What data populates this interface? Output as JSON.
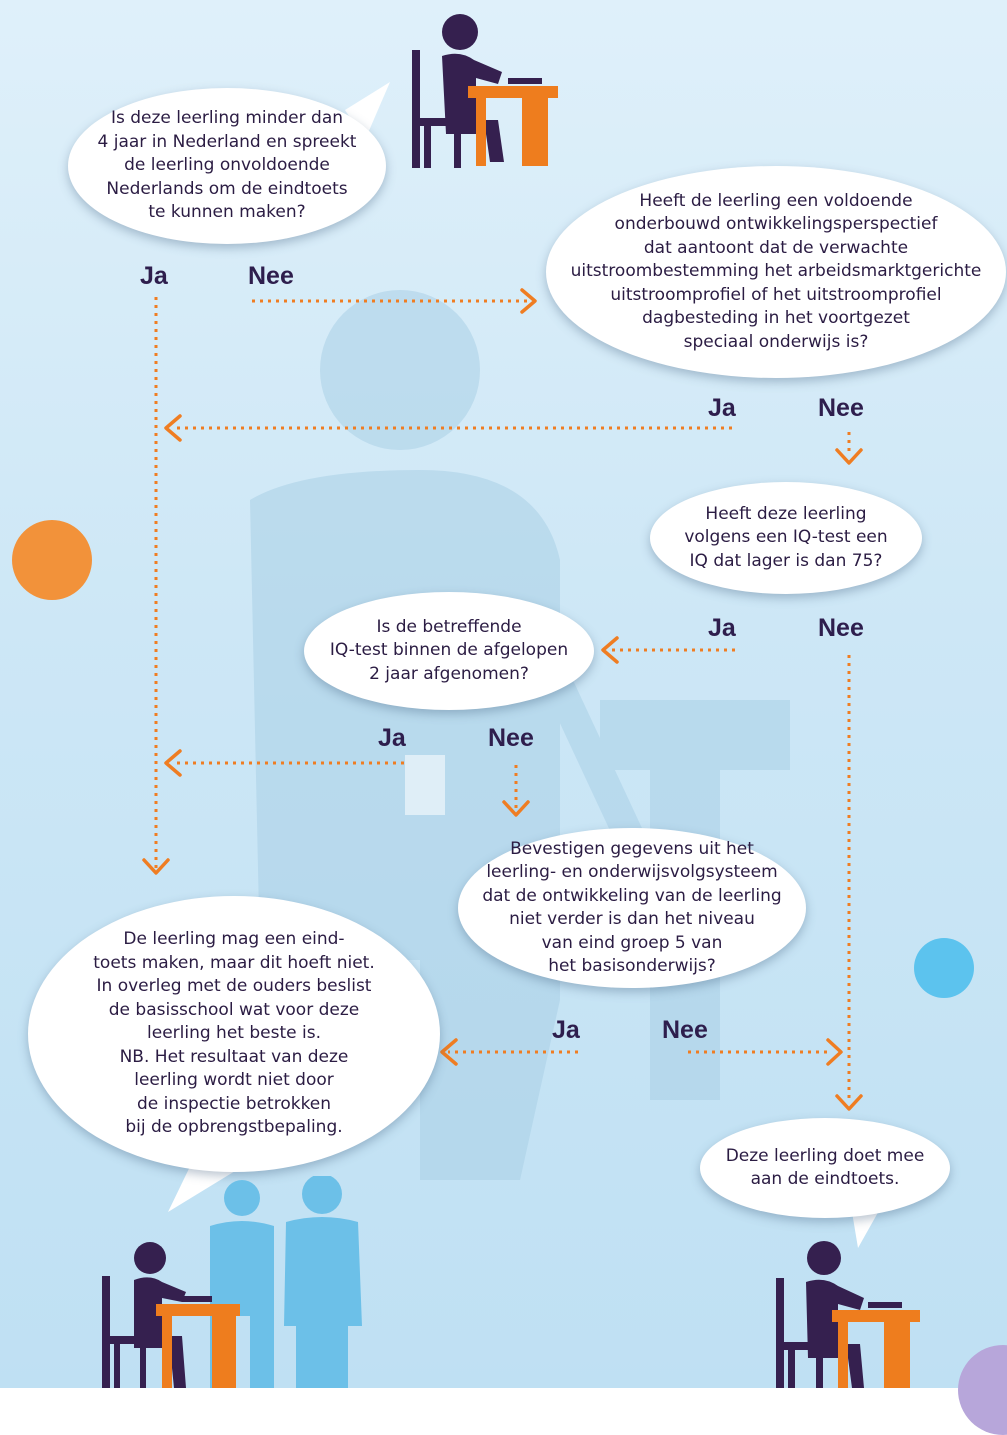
{
  "colors": {
    "background": "#cde7f6",
    "arrow": "#ef7d22",
    "text": "#2b1c43",
    "label": "#2e1e4d",
    "figure_dark": "#35204f",
    "table_orange": "#ee7d1e",
    "person_blue": "#6cc0e8",
    "dot_orange": "#f2923a",
    "dot_blue": "#5cc3ee",
    "dot_purple": "#b7a6da"
  },
  "questions": {
    "q1": "Is deze leerling minder dan\n4 jaar in Nederland en spreekt\nde leerling onvoldoende\nNederlands om de eindtoets\nte kunnen maken?",
    "q2": "Heeft de leerling een voldoende\nonderbouwd ontwikkelingsperspectief\ndat aantoont dat de verwachte\nuitstroombestemming het arbeidsmarktgerichte\nuitstroomprofiel of het uitstroomprofiel\ndagbesteding in het voortgezet\nspeciaal onderwijs is?",
    "q3": "Heeft deze leerling\nvolgens een IQ-test een\nIQ dat lager is dan 75?",
    "q4": "Is de betreffende\nIQ-test binnen de afgelopen\n2 jaar afgenomen?",
    "q5": "Bevestigen gegevens uit het\nleerling- en onderwijsvolgsysteem\ndat de ontwikkeling van de leerling\nniet verder is dan het niveau\nvan eind groep 5 van\nhet basisonderwijs?"
  },
  "outcomes": {
    "optional": "De leerling mag een eind-\ntoets maken, maar dit hoeft niet.\nIn overleg met de ouders beslist\nde basisschool wat voor deze\nleerling het beste is.\nNB. Het resultaat van deze\nleerling wordt niet door\nde inspectie betrokken\nbij de opbrengstbepaling.",
    "participates": "Deze leerling doet mee\naan de eindtoets."
  },
  "labels": {
    "yes": "Ja",
    "no": "Nee"
  },
  "icons": [
    "student-at-desk-icon",
    "parent-figure-icon",
    "arrow-icon"
  ]
}
